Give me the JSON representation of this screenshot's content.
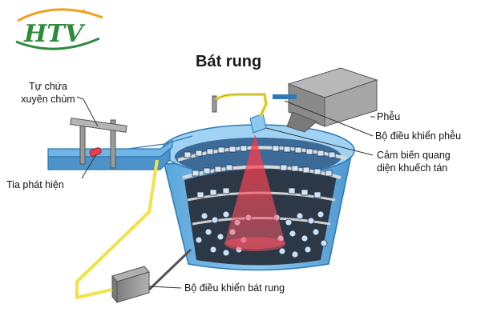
{
  "logo": {
    "text": "HTV",
    "colors": {
      "primary": "#2e8b3a",
      "accent": "#f0a020"
    }
  },
  "title": "Bát rung",
  "labels": {
    "sensor_line1": "Tự chứa",
    "sensor_line2": "xuyên chùm",
    "detect_beam": "Tia phát hiện",
    "hopper": "Phễu",
    "hopper_controller": "Bộ  điều khiển phễu",
    "diffuse_line1": "Cảm biến quang",
    "diffuse_line2": "diện khuếch tán",
    "bowl_controller": "Bộ điều khiển bát rung"
  },
  "colors": {
    "bowl_blue": "#6fb6e6",
    "bowl_dark": "#2f78b5",
    "beam_red": "#e8404a",
    "cable_yellow": "#f2e24a",
    "box_gray": "#8f8f8f"
  }
}
